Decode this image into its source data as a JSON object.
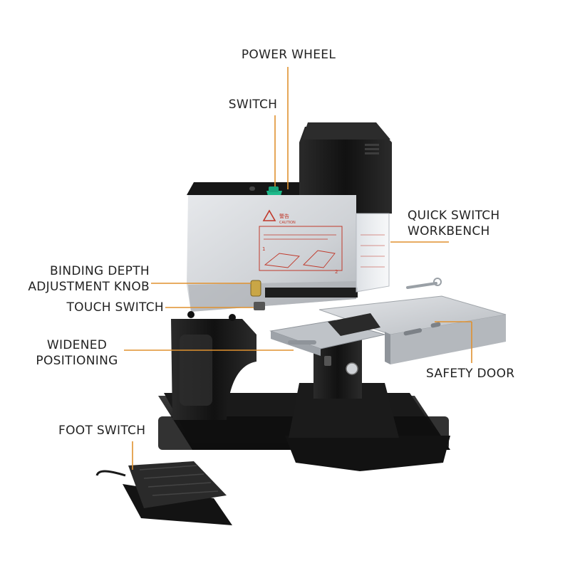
{
  "colors": {
    "leader": "#e0912f",
    "text": "#222222",
    "body_black": "#1c1c1c",
    "panel_silver": "#cfd2d6",
    "tray_silver": "#c9ccd0",
    "switch_green": "#1db98a",
    "caution_red": "#c0392b"
  },
  "labels": {
    "power_wheel": "POWER WHEEL",
    "switch": "SWITCH",
    "quick_switch_workbench": [
      "QUICK SWITCH",
      "WORKBENCH"
    ],
    "binding_depth_knob": [
      "BINDING DEPTH",
      "ADJUSTMENT KNOB"
    ],
    "touch_switch": "TOUCH SWITCH",
    "widened_positioning": [
      "WIDENED",
      "POSITIONING"
    ],
    "safety_door": "SAFETY DOOR",
    "foot_switch": "FOOT SWITCH"
  },
  "panel_text": {
    "caution_title": "警告",
    "caution_sub": "CAUTION",
    "step_1": "1",
    "step_2": "2"
  },
  "icons": [
    "warning-triangle-icon"
  ]
}
